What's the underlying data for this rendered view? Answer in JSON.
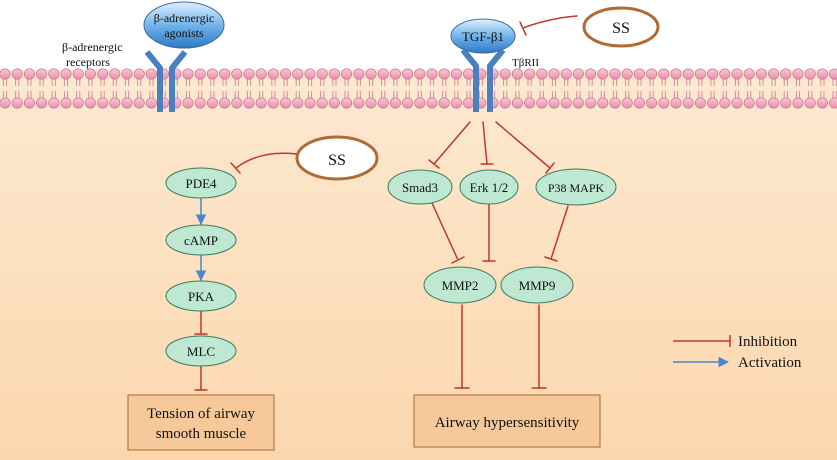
{
  "nodes": {
    "agonists": {
      "line1": "β-adrenergic",
      "line2": "agonists"
    },
    "receptors": {
      "line1": "β-adrenergic",
      "line2": "receptors"
    },
    "tgf": "TGF-β1",
    "tbrii": "TβRII",
    "ss_top": "SS",
    "ss_left": "SS",
    "pde4": "PDE4",
    "camp": "cAMP",
    "pka": "PKA",
    "mlc": "MLC",
    "smad3": "Smad3",
    "erk": "Erk 1/2",
    "p38": "P38 MAPK",
    "mmp2": "MMP2",
    "mmp9": "MMP9",
    "tension": {
      "line1": "Tension of airway",
      "line2": "smooth muscle"
    },
    "hyper": "Airway hypersensitivity"
  },
  "legend": {
    "inhibition": "Inhibition",
    "activation": "Activation"
  },
  "colors": {
    "background": "#fde7cc",
    "lipid_head": "#f2aac1",
    "lipid_stroke": "#c56883",
    "receptor": "#4a7fc1",
    "node_fill": "#bfe8d3",
    "node_stroke": "#3a7a5c",
    "ss_stroke": "#b06a33",
    "outcome_fill": "#f7c99a",
    "outcome_stroke": "#b27a45",
    "inhibition": "#c0392b",
    "activation": "#4a86c8"
  },
  "icons": {
    "inhibition": "t-bar-arrow",
    "activation": "arrow"
  }
}
